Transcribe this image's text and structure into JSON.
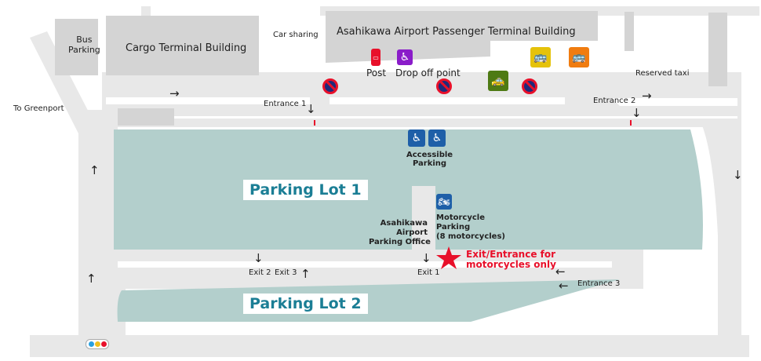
{
  "buildings": {
    "terminal": "Asahikawa Airport Passenger Terminal Building",
    "cargo": "Cargo Terminal Building",
    "bus_parking": "Bus\nParking"
  },
  "labels": {
    "car_sharing": "Car sharing",
    "post": "Post",
    "drop_off": "Drop off point",
    "reserved_taxi": "Reserved taxi",
    "to_greenport": "To Greenport",
    "entrance1": "Entrance 1",
    "entrance2": "Entrance 2",
    "entrance3": "Entrance 3",
    "exit1": "Exit 1",
    "exit2": "Exit 2",
    "exit3": "Exit 3",
    "accessible": "Accessible\nParking",
    "office": "Asahikawa\nAirport\nParking Office",
    "motorcycle": "Motorcycle\nParking\n(8 motorcycles)",
    "moto_exit": "Exit/Entrance for\nmotorcycles only"
  },
  "lots": {
    "lot1": "Parking Lot 1",
    "lot2": "Parking Lot 2"
  },
  "icons": [
    "post-box-icon",
    "wheelchair-icon",
    "taxi-icon",
    "bus-icon",
    "no-parking-icon",
    "motorcycle-icon",
    "star-icon",
    "traffic-light-icon"
  ],
  "colors": {
    "road": "#e8e8e8",
    "building": "#d4d4d4",
    "lot": "#b3cfcc",
    "title": "#1b7e95",
    "accent": "#e8102a"
  }
}
